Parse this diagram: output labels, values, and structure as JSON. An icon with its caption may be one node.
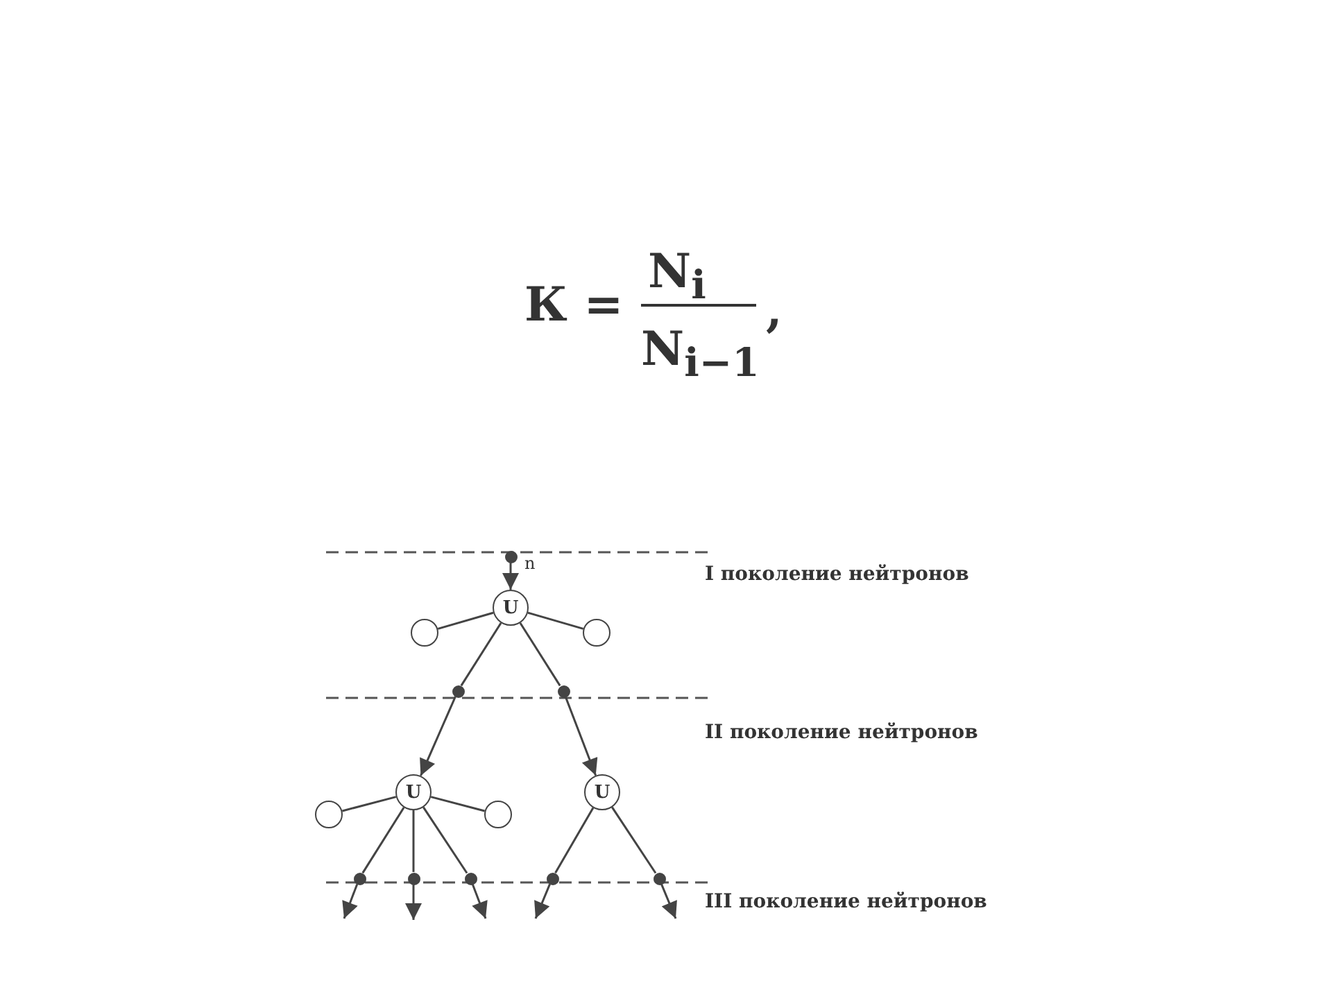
{
  "diagram": {
    "nodes": [
      {
        "text": [],
        "shape": "dot",
        "beside": [
          "n"
        ]
      },
      {
        "text": [
          "U"
        ]
      },
      {
        "text": [],
        "shape": "circle"
      },
      {
        "text": [],
        "shape": "circle"
      },
      {
        "text": [],
        "shape": "dot"
      },
      {
        "text": [],
        "shape": "dot"
      },
      {
        "text": [],
        "shape": "circle"
      },
      {
        "text": [
          "U"
        ]
      },
      {
        "text": [],
        "shape": "circle"
      },
      {
        "text": [
          "U"
        ]
      },
      {
        "text": [],
        "shape": "dot"
      },
      {
        "text": [],
        "shape": "dot"
      },
      {
        "text": [],
        "shape": "dot"
      },
      {
        "text": [],
        "shape": "dot"
      },
      {
        "text": [],
        "shape": "dot"
      }
    ],
    "edges": [
      {
        "from": 0,
        "to": 1,
        "arrow": "to"
      },
      {
        "from": 1,
        "to": 2,
        "arrow": "none"
      },
      {
        "from": 1,
        "to": 3,
        "arrow": "none"
      },
      {
        "from": 1,
        "to": 4,
        "arrow": "none"
      },
      {
        "from": 1,
        "to": 5,
        "arrow": "none"
      },
      {
        "from": 4,
        "to": 7,
        "arrow": "to"
      },
      {
        "from": 5,
        "to": 9,
        "arrow": "to"
      },
      {
        "from": 7,
        "to": 6,
        "arrow": "none"
      },
      {
        "from": 7,
        "to": 8,
        "arrow": "none"
      },
      {
        "from": 7,
        "to": 10,
        "arrow": "none"
      },
      {
        "from": 7,
        "to": 11,
        "arrow": "none"
      },
      {
        "from": 7,
        "to": 12,
        "arrow": "none"
      },
      {
        "from": 9,
        "to": 13,
        "arrow": "none"
      },
      {
        "from": 9,
        "to": 14,
        "arrow": "none"
      },
      {
        "from": 10,
        "to": null,
        "arrow": "to"
      },
      {
        "from": 11,
        "to": null,
        "arrow": "to"
      },
      {
        "from": 12,
        "to": null,
        "arrow": "to"
      },
      {
        "from": 13,
        "to": null,
        "arrow": "to"
      },
      {
        "from": 14,
        "to": null,
        "arrow": "to"
      }
    ],
    "labels": [
      "К =",
      "N$_{i}$",
      "N$_{i−1}$",
      ",",
      "I поколение нейтронов",
      "II поколение нейтронов",
      "III поколение нейтронов"
    ]
  }
}
